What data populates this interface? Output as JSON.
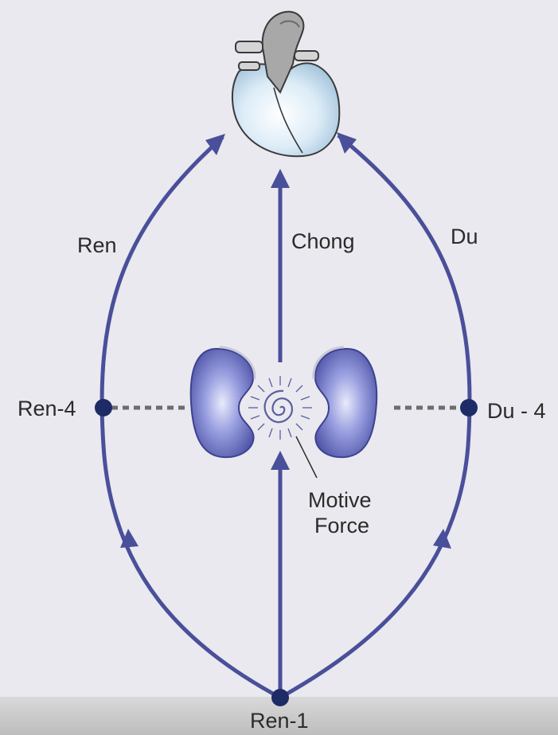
{
  "labels": {
    "ren": "Ren",
    "chong": "Chong",
    "du": "Du",
    "ren4": "Ren-4",
    "du4": "Du - 4",
    "motive_line1": "Motive",
    "motive_line2": "Force",
    "ren1": "Ren-1"
  },
  "colors": {
    "background": "#e9e9ef",
    "channel": "#4a4f9a",
    "point": "#1d2b66",
    "kidney": "#5b60b8",
    "heart": "#cfe3f2",
    "heart_vessels": "#8a8a8a"
  },
  "icons": {
    "heart": "heart-illustration",
    "kidney": "kidney-illustration",
    "spiral": "spiral-icon"
  }
}
